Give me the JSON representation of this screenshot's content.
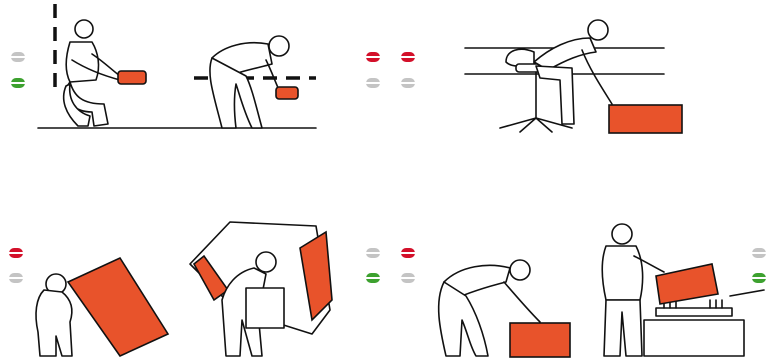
{
  "colors": {
    "box": "#e8532b",
    "red": "#d3102a",
    "green": "#3da12f",
    "grey": "#c4c4c4",
    "ink": "#111111"
  },
  "icons": [
    "good-posture-icon",
    "bad-posture-icon"
  ],
  "panels": [
    {
      "id": "squat-vs-bend",
      "indicators": [
        {
          "top": "grey",
          "bottom": "green"
        }
      ]
    },
    {
      "id": "seated-reach",
      "indicators": [
        {
          "top": "red",
          "bottom": "grey"
        },
        {
          "top": "red",
          "bottom": "grey"
        }
      ]
    },
    {
      "id": "awkward-carry",
      "indicators": [
        {
          "top": "red",
          "bottom": "grey"
        }
      ]
    },
    {
      "id": "lift-from-floor-vs-platform",
      "indicators": [
        {
          "top": "grey",
          "bottom": "green"
        },
        {
          "top": "red",
          "bottom": "grey"
        },
        {
          "top": "grey",
          "bottom": "green"
        }
      ]
    }
  ]
}
